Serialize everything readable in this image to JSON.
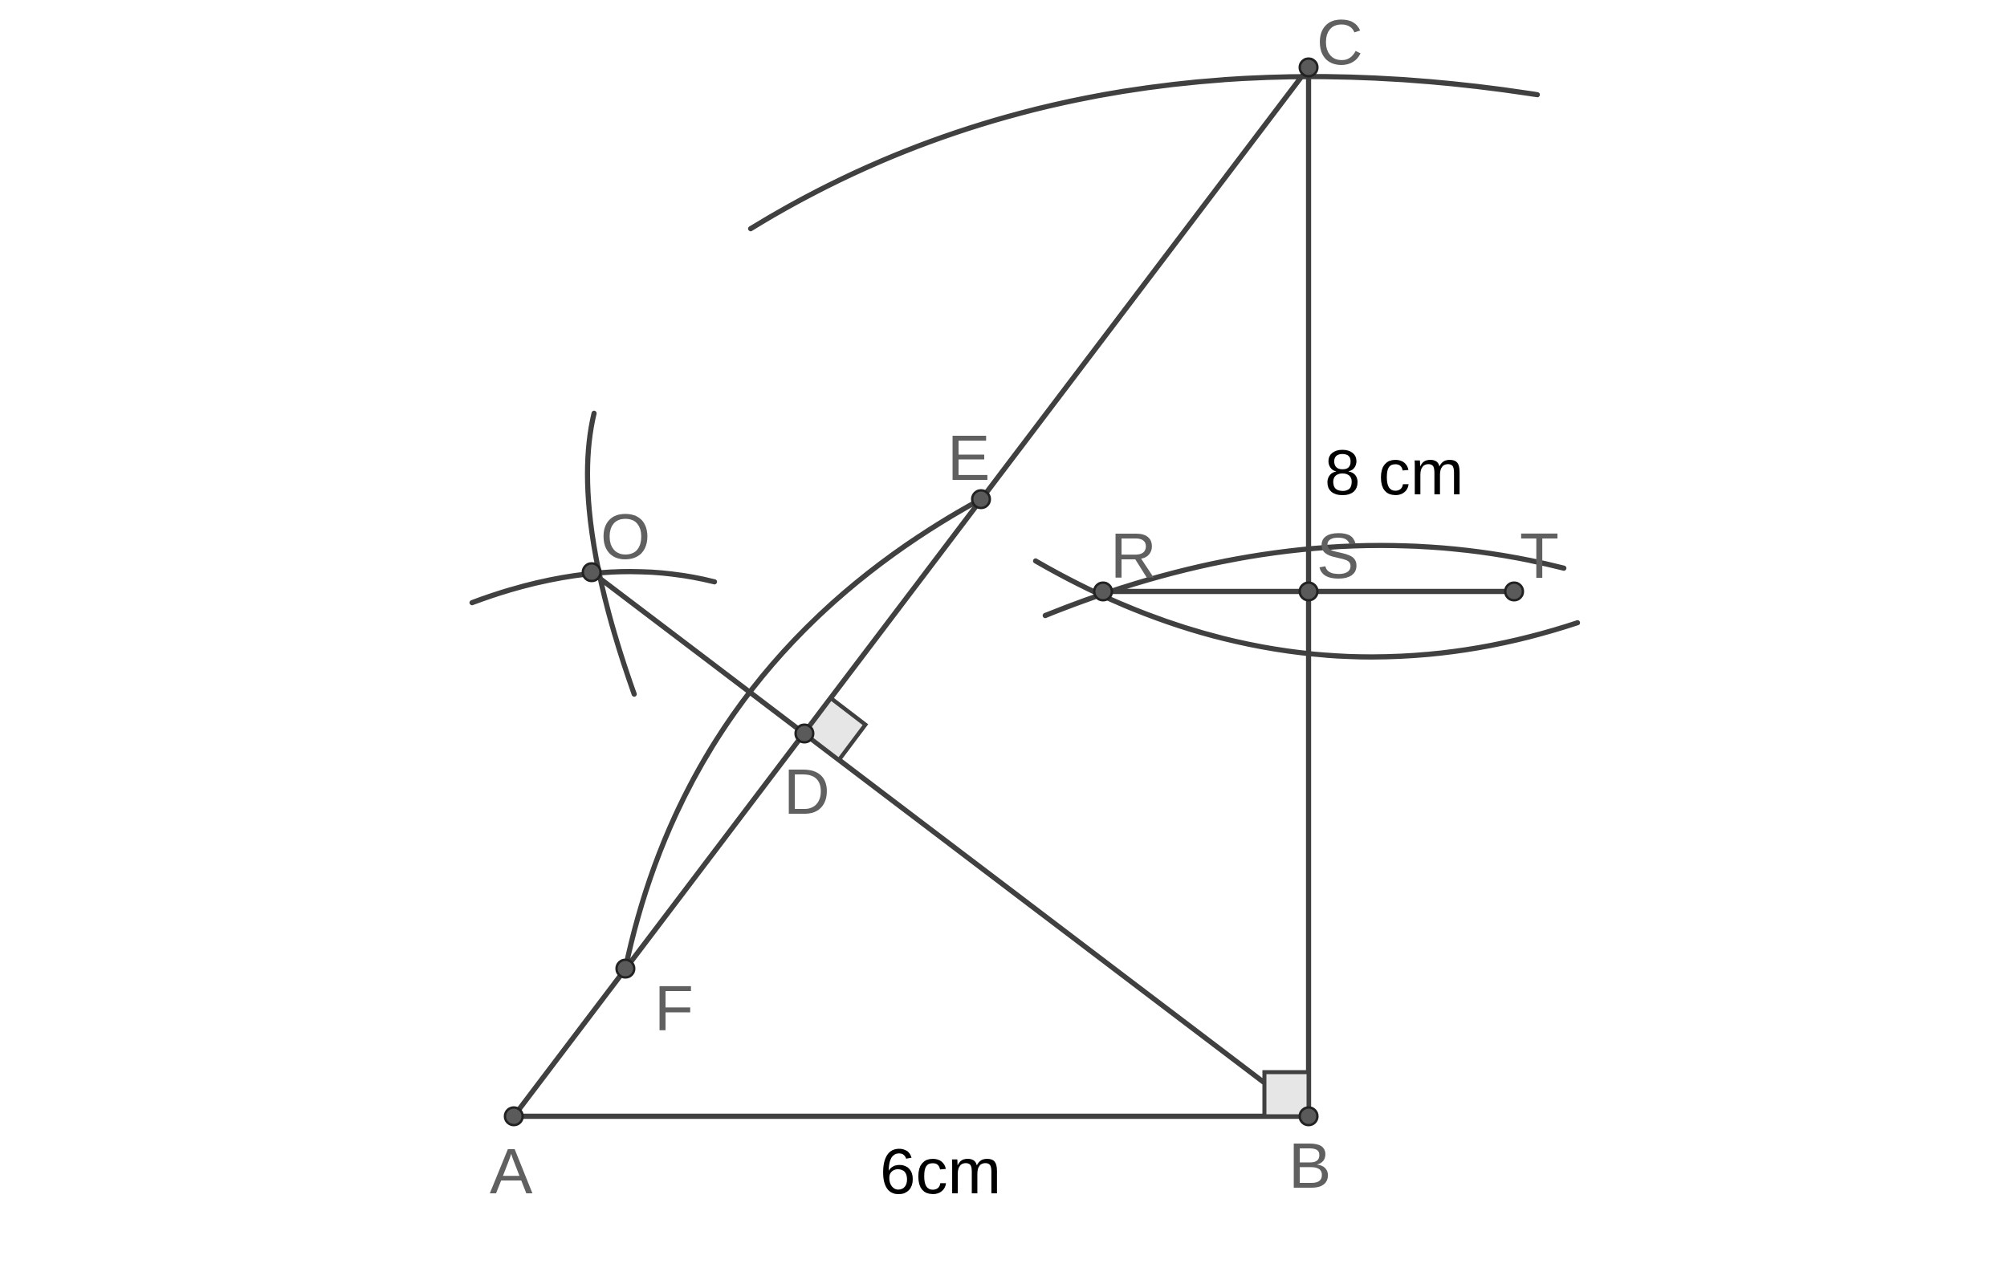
{
  "points": {
    "A": "A",
    "B": "B",
    "C": "C",
    "D": "D",
    "E": "E",
    "F": "F",
    "O": "O",
    "R": "R",
    "S": "S",
    "T": "T"
  },
  "lengths": {
    "AB": "6cm",
    "BC": "8 cm"
  },
  "colors": {
    "stroke": "#404040",
    "point_fill": "#5a5a5a",
    "right_angle_fill": "#e6e6e6",
    "point_label": "#606060",
    "length_label": "#000000"
  }
}
